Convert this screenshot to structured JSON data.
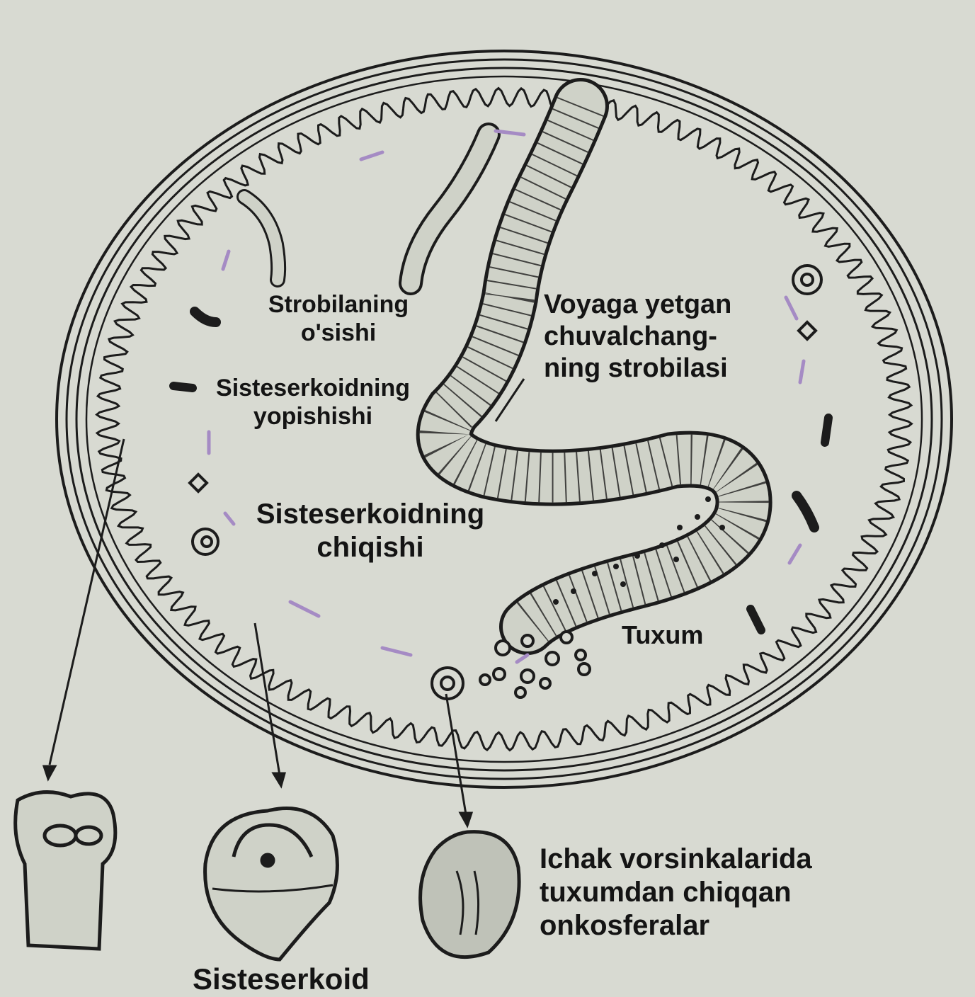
{
  "labels": {
    "strobila_growth": [
      "Strobilaning",
      "o'sishi"
    ],
    "adult_strobila": [
      "Voyaga yetgan",
      "chuvalchang-",
      "ning strobilasi"
    ],
    "cysticercoid_closure": [
      "Sisteserkoidning",
      "yopishishi"
    ],
    "cysticercoid_exit": [
      "Sisteserkoidning",
      "chiqishi"
    ],
    "egg": "Tuxum",
    "oncospheres": [
      "Ichak vorsinkalarida",
      "tuxumdan chiqqan",
      "onkosferalar"
    ],
    "cysticercoid": "Sisteserkoid"
  },
  "colors": {
    "background": "#d8dad2",
    "ink": "#1a1a1a",
    "cycle_arrows": "#a58bc4"
  }
}
